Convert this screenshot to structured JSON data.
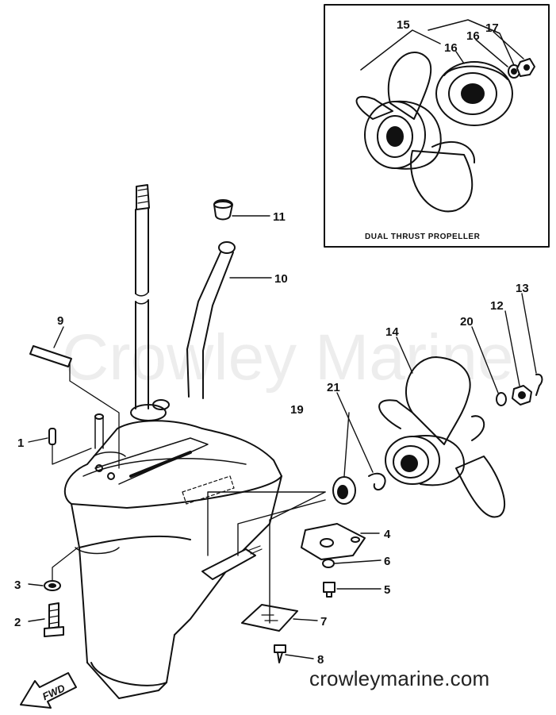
{
  "diagram": {
    "callouts": [
      {
        "id": "1",
        "label": "1"
      },
      {
        "id": "2",
        "label": "2"
      },
      {
        "id": "3",
        "label": "3"
      },
      {
        "id": "4",
        "label": "4"
      },
      {
        "id": "5",
        "label": "5"
      },
      {
        "id": "6",
        "label": "6"
      },
      {
        "id": "7",
        "label": "7"
      },
      {
        "id": "8",
        "label": "8"
      },
      {
        "id": "9",
        "label": "9"
      },
      {
        "id": "10",
        "label": "10"
      },
      {
        "id": "11",
        "label": "11"
      },
      {
        "id": "12",
        "label": "12"
      },
      {
        "id": "13",
        "label": "13"
      },
      {
        "id": "14",
        "label": "14"
      },
      {
        "id": "15",
        "label": "15"
      },
      {
        "id": "16",
        "label": "16"
      },
      {
        "id": "16b",
        "label": "16"
      },
      {
        "id": "17",
        "label": "17"
      },
      {
        "id": "19",
        "label": "19"
      },
      {
        "id": "20",
        "label": "20"
      },
      {
        "id": "21",
        "label": "21"
      }
    ],
    "inset_caption": "DUAL THRUST PROPELLER",
    "fwd_label": "FWD",
    "watermark": "Crowley Marine",
    "website": "crowleymarine.com"
  }
}
